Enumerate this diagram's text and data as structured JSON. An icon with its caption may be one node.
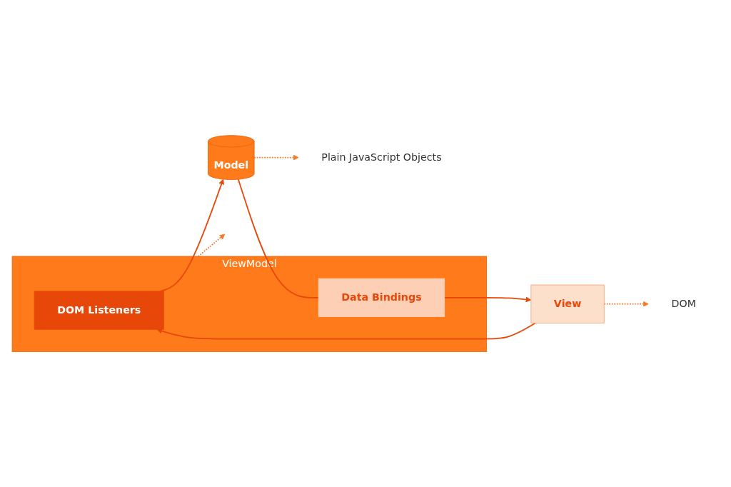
{
  "diagram": {
    "nodes": [
      {
        "text": [
          "ViewModel"
        ]
      },
      {
        "text": [
          "DOM Listeners"
        ],
        "in": 0
      },
      {
        "text": [
          "Data Bindings"
        ],
        "in": 0
      },
      {
        "text": [
          "View"
        ]
      },
      {
        "text": [
          "Model"
        ]
      },
      {
        "text": [
          "DOM"
        ]
      },
      {
        "text": [
          "Plain JavaScript Objects"
        ]
      }
    ],
    "edges": [
      {
        "from": 3,
        "to": 1,
        "arrow": "to"
      },
      {
        "from": 1,
        "to": 4,
        "arrow": "to"
      },
      {
        "from": 4,
        "to": 2,
        "arrow": "none"
      },
      {
        "from": 2,
        "to": 3,
        "arrow": "to"
      },
      {
        "from": 3,
        "to": 5,
        "arrow": "to",
        "style": "dashed"
      },
      {
        "from": 0,
        "to": null,
        "arrow": "to",
        "style": "dashed"
      },
      {
        "from": 4,
        "to": 6,
        "arrow": "to",
        "style": "dashed"
      }
    ]
  }
}
